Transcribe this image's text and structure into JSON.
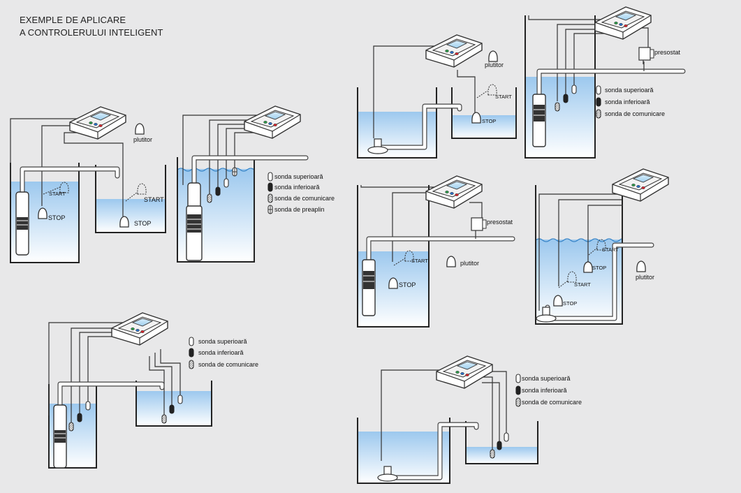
{
  "header": {
    "line1": "EXEMPLE DE APLICARE",
    "line2": "A CONTROLERULUI INTELIGENT"
  },
  "labels": {
    "plutitor": "plutitor",
    "start": "START",
    "stop": "STOP",
    "presostat": "presostat"
  },
  "legend": {
    "sonda_superioara": "sonda superioară",
    "sonda_inferioara": "sonda inferioară",
    "sonda_comunicare": "sonda de comunicare",
    "sonda_preaplin": "sonda de preaplin"
  },
  "colors": {
    "background": "#e8e8e9",
    "water_top": "#9cc8ee",
    "water_bottom": "#ffffff",
    "outline": "#222222"
  }
}
